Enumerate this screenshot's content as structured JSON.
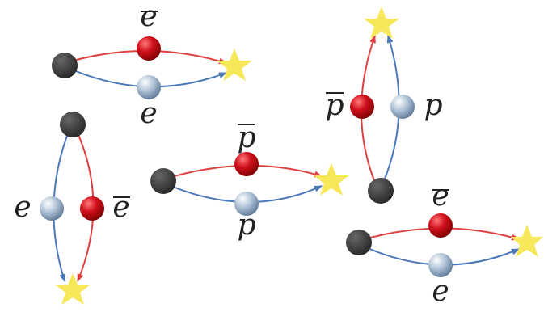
{
  "labels": {
    "positron": "e",
    "electron": "e",
    "antiproton": "p",
    "proton": "p"
  },
  "colors": {
    "origin": "#3a3a3a",
    "antiparticle": "#c0101a",
    "particle": "#8aa2bf",
    "antiparticle_path": "#e04040",
    "particle_path": "#4a78b8",
    "star": "#f7e85a"
  }
}
